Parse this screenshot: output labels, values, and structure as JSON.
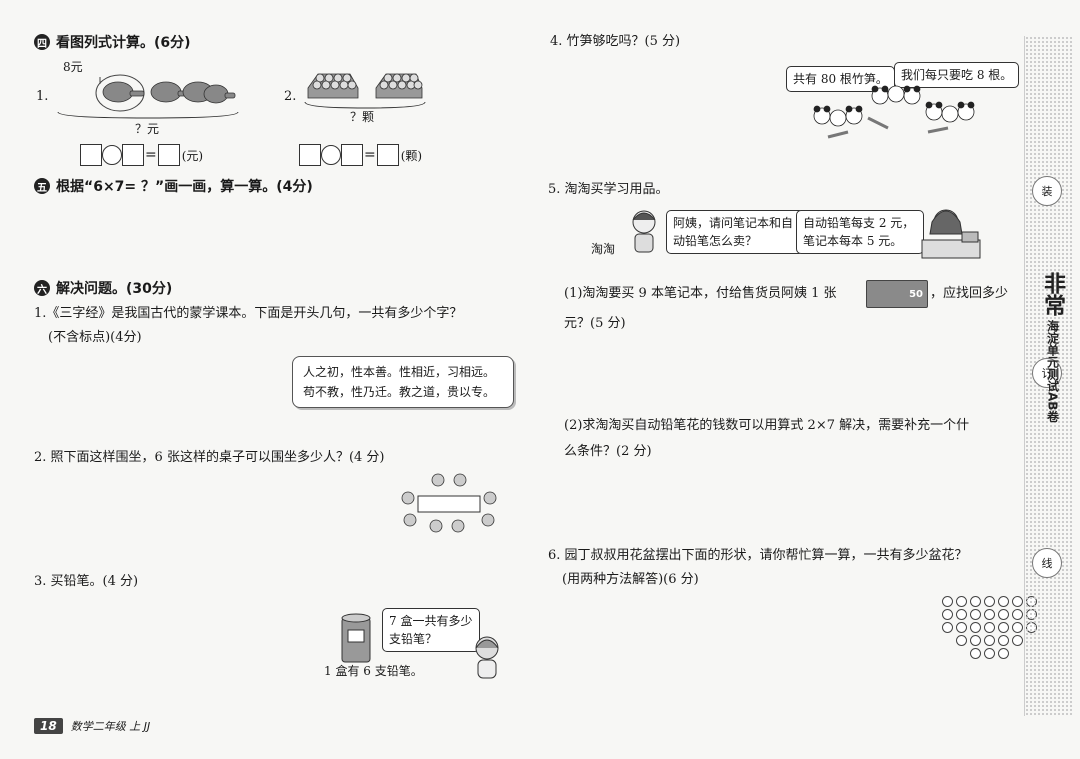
{
  "left": {
    "sec4": {
      "badge": "四",
      "title": "看图列式计算。(6分)"
    },
    "q4_1": {
      "num": "1.",
      "price": "8元",
      "question": "？元",
      "unit": "(元)"
    },
    "q4_2": {
      "num": "2.",
      "question": "？颗",
      "unit": "(颗)"
    },
    "sec5": {
      "badge": "五",
      "title": "根据“6×7= ？”画一画，算一算。(4分)"
    },
    "sec6": {
      "badge": "六",
      "title": "解决问题。(30分)"
    },
    "q6_1": {
      "line1": "1.《三字经》是我国古代的蒙学课本。下面是开头几句，一共有多少个字？",
      "line2": "(不含标点)(4分)",
      "poem1": "人之初，性本善。性相近，习相远。",
      "poem2": "苟不教，性乃迁。教之道，贵以专。"
    },
    "q6_2": {
      "text": "2. 照下面这样围坐，6 张这样的桌子可以围坐多少人？(4 分)"
    },
    "q6_3": {
      "text": "3. 买铅笔。(4 分)",
      "bubble": "7 盒一共有多少支铅笔？",
      "caption": "1 盒有 6 支铅笔。"
    }
  },
  "right": {
    "q4": {
      "text": "4. 竹笋够吃吗？(5 分)",
      "bubble1": "共有 80 根竹笋。",
      "bubble2": "我们每只要吃 8 根。"
    },
    "q5": {
      "text": "5. 淘淘买学习用品。",
      "boy_name": "淘淘",
      "bubble_boy": "阿姨，请问笔记本和自动铅笔怎么卖？",
      "bubble_clerk": "自动铅笔每支 2 元，笔记本每本 5 元。",
      "part1_a": "(1)淘淘要买 9 本笔记本，付给售货员阿姨 1 张",
      "part1_b": "，应找回多少",
      "part1_c": "元？(5 分)",
      "banknote": "50",
      "part2_a": "(2)求淘淘买自动铅笔花的钱数可以用算式 2×7 解决，需要补充一个什",
      "part2_b": "么条件？(2 分)"
    },
    "q6": {
      "line1": "6. 园丁叔叔用花盆摆出下面的形状，请你帮忙算一算，一共有多少盆花？",
      "line2": "(用两种方法解答)(6 分)"
    }
  },
  "sidebar": {
    "logo": "非常",
    "subtitle": "海淀单元测试AB卷",
    "marks": [
      "装",
      "订",
      "线"
    ]
  },
  "footer": {
    "page": "18",
    "label": "数学二年级 上 JJ"
  }
}
